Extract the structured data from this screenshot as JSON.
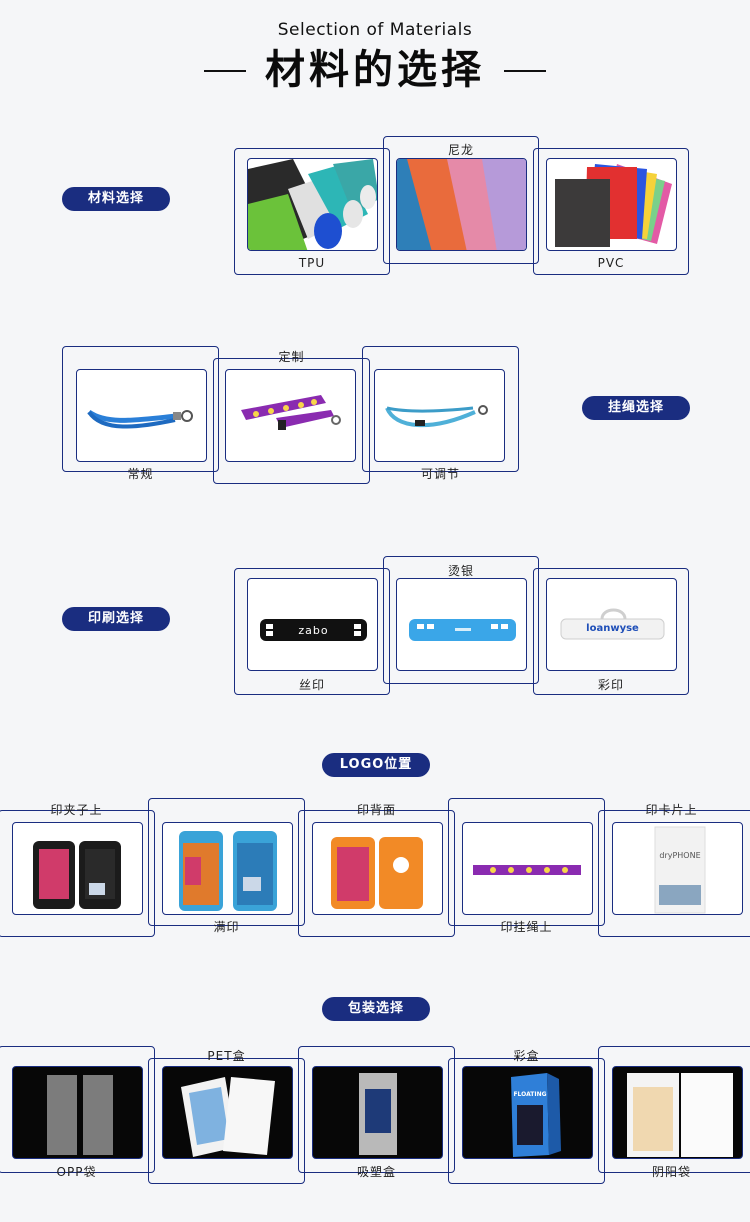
{
  "header": {
    "title_en": "Selection of Materials",
    "title_cn": "材料的选择"
  },
  "material": {
    "label": "材料选择",
    "items": [
      {
        "name": "TPU"
      },
      {
        "name": "尼龙"
      },
      {
        "name": "PVC"
      }
    ]
  },
  "lanyard": {
    "label": "挂绳选择",
    "items": [
      {
        "name": "常规"
      },
      {
        "name": "定制"
      },
      {
        "name": "可调节"
      }
    ]
  },
  "printing": {
    "label": "印刷选择",
    "items": [
      {
        "name": "丝印",
        "brand": "zabo"
      },
      {
        "name": "烫银"
      },
      {
        "name": "彩印",
        "brand": "loanwyse"
      }
    ]
  },
  "logo": {
    "label": "LOGO位置",
    "items": [
      {
        "name": "印夹子上"
      },
      {
        "name": "满印"
      },
      {
        "name": "印背面"
      },
      {
        "name": "印挂绳上"
      },
      {
        "name": "印卡片上",
        "card_text": "dryPHONE"
      }
    ]
  },
  "packaging": {
    "label": "包装选择",
    "items": [
      {
        "name": "OPP袋"
      },
      {
        "name": "PET盒"
      },
      {
        "name": "吸塑盒"
      },
      {
        "name": "彩盒",
        "box_text": "FLOATING"
      },
      {
        "name": "阴阳袋"
      }
    ]
  }
}
